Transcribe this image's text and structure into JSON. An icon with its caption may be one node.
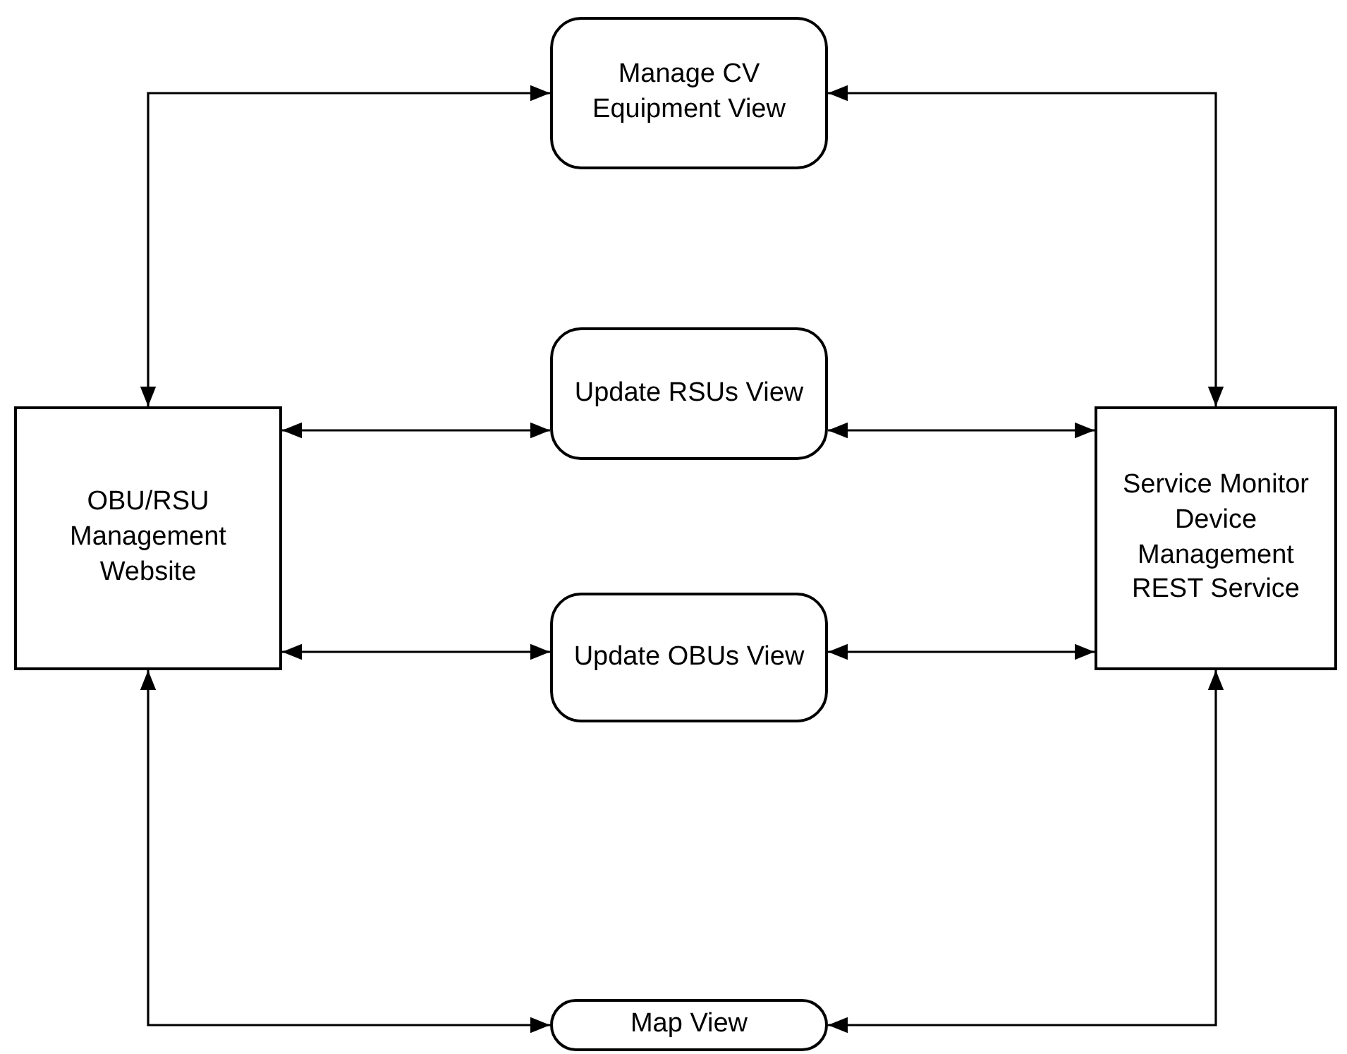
{
  "diagram": {
    "nodes": [
      {
        "text": [
          "Manage CV Equipment View"
        ]
      },
      {
        "text": [
          "OBU/RSU Management Website"
        ]
      },
      {
        "text": [
          "Update RSUs View"
        ]
      },
      {
        "text": [
          "Service Monitor Device Management REST Service"
        ]
      },
      {
        "text": [
          "Update OBUs View"
        ]
      },
      {
        "text": [
          "Map View"
        ]
      }
    ],
    "edges": [
      {
        "from": 1,
        "to": 0,
        "arrow": "both"
      },
      {
        "from": 0,
        "to": 3,
        "arrow": "both"
      },
      {
        "from": 1,
        "to": 2,
        "arrow": "both"
      },
      {
        "from": 2,
        "to": 3,
        "arrow": "both"
      },
      {
        "from": 1,
        "to": 4,
        "arrow": "both"
      },
      {
        "from": 4,
        "to": 3,
        "arrow": "both"
      },
      {
        "from": 1,
        "to": 5,
        "arrow": "both"
      },
      {
        "from": 5,
        "to": 3,
        "arrow": "both"
      }
    ]
  }
}
